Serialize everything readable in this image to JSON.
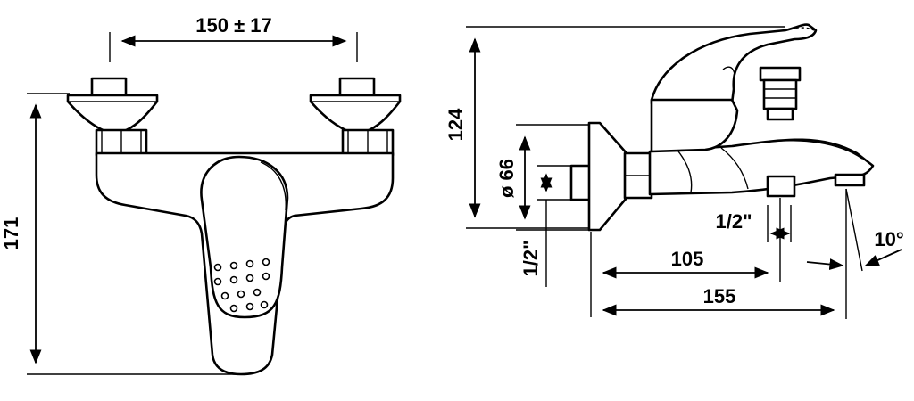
{
  "front_view": {
    "dim_width": "150 ± 17",
    "dim_height": "171"
  },
  "side_view": {
    "dim_height": "124",
    "dim_diameter": "ø 66",
    "dim_inlet_thread": "1/2\"",
    "dim_outlet_thread": "1/2\"",
    "dim_outlet_distance": "105",
    "dim_spout_length": "155",
    "dim_angle": "10°"
  }
}
